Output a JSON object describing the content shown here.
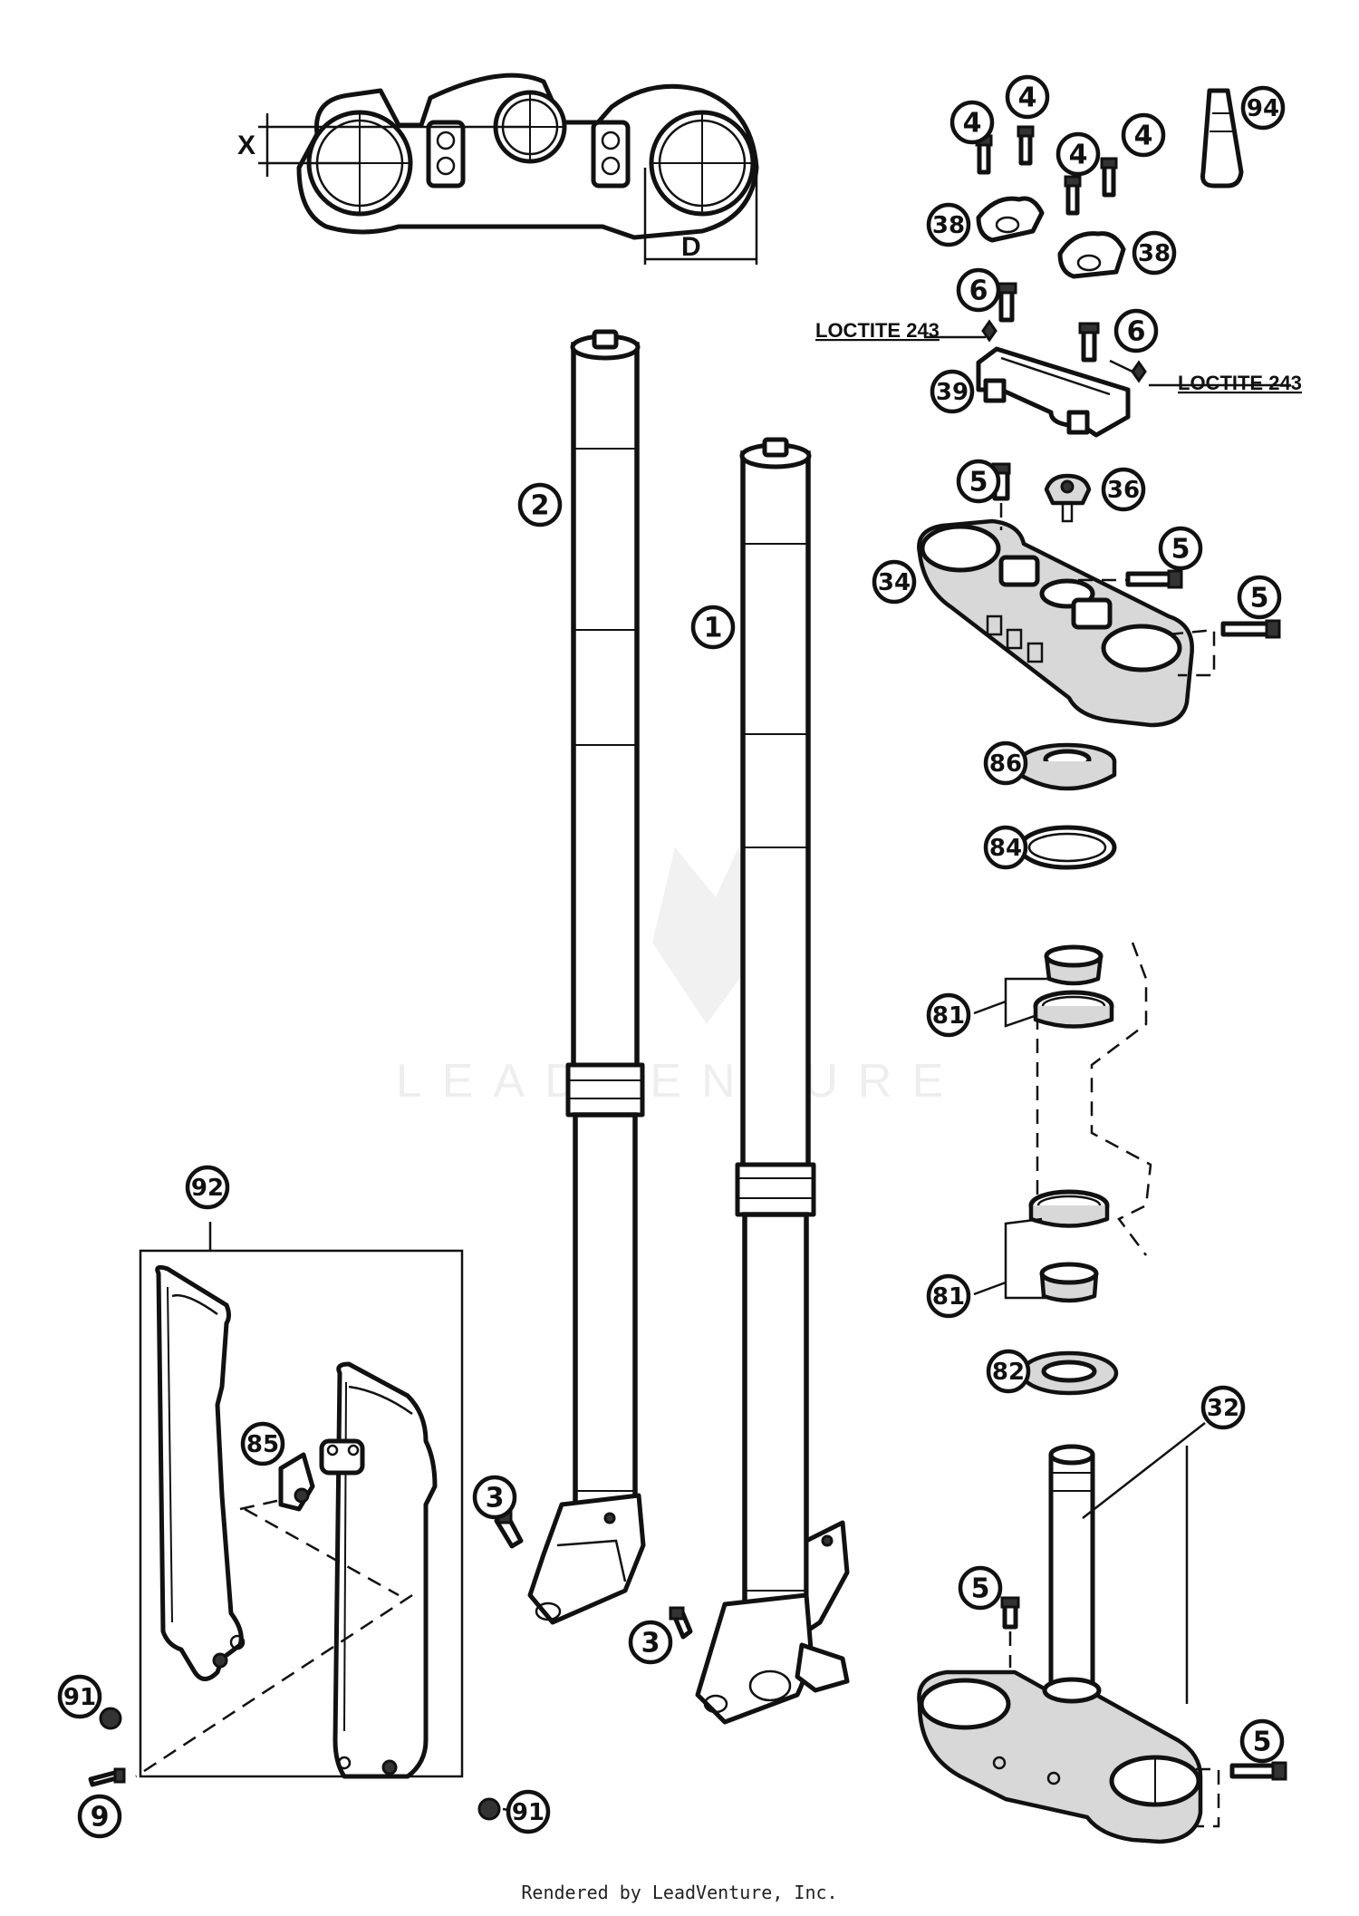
{
  "watermark": {
    "text": "LEADVENTURE"
  },
  "credit": "Rendered by LeadVenture, Inc.",
  "dimensions": {
    "x_label": "X",
    "d_label": "D"
  },
  "notes": {
    "loctite_left": "LOCTITE 243",
    "loctite_right": "LOCTITE 243"
  },
  "callouts": [
    {
      "id": "c1",
      "label": "1"
    },
    {
      "id": "c2",
      "label": "2"
    },
    {
      "id": "c3a",
      "label": "3"
    },
    {
      "id": "c3b",
      "label": "3"
    },
    {
      "id": "c4a",
      "label": "4"
    },
    {
      "id": "c4b",
      "label": "4"
    },
    {
      "id": "c4c",
      "label": "4"
    },
    {
      "id": "c4d",
      "label": "4"
    },
    {
      "id": "c5a",
      "label": "5"
    },
    {
      "id": "c5b",
      "label": "5"
    },
    {
      "id": "c5c",
      "label": "5"
    },
    {
      "id": "c5d",
      "label": "5"
    },
    {
      "id": "c5e",
      "label": "5"
    },
    {
      "id": "c6a",
      "label": "6"
    },
    {
      "id": "c6b",
      "label": "6"
    },
    {
      "id": "c9",
      "label": "9"
    },
    {
      "id": "c32",
      "label": "32"
    },
    {
      "id": "c34",
      "label": "34"
    },
    {
      "id": "c36",
      "label": "36"
    },
    {
      "id": "c38a",
      "label": "38"
    },
    {
      "id": "c38b",
      "label": "38"
    },
    {
      "id": "c39",
      "label": "39"
    },
    {
      "id": "c81a",
      "label": "81"
    },
    {
      "id": "c81b",
      "label": "81"
    },
    {
      "id": "c82",
      "label": "82"
    },
    {
      "id": "c84",
      "label": "84"
    },
    {
      "id": "c85",
      "label": "85"
    },
    {
      "id": "c86",
      "label": "86"
    },
    {
      "id": "c91a",
      "label": "91"
    },
    {
      "id": "c91b",
      "label": "91"
    },
    {
      "id": "c92",
      "label": "92"
    },
    {
      "id": "c94",
      "label": "94"
    }
  ]
}
